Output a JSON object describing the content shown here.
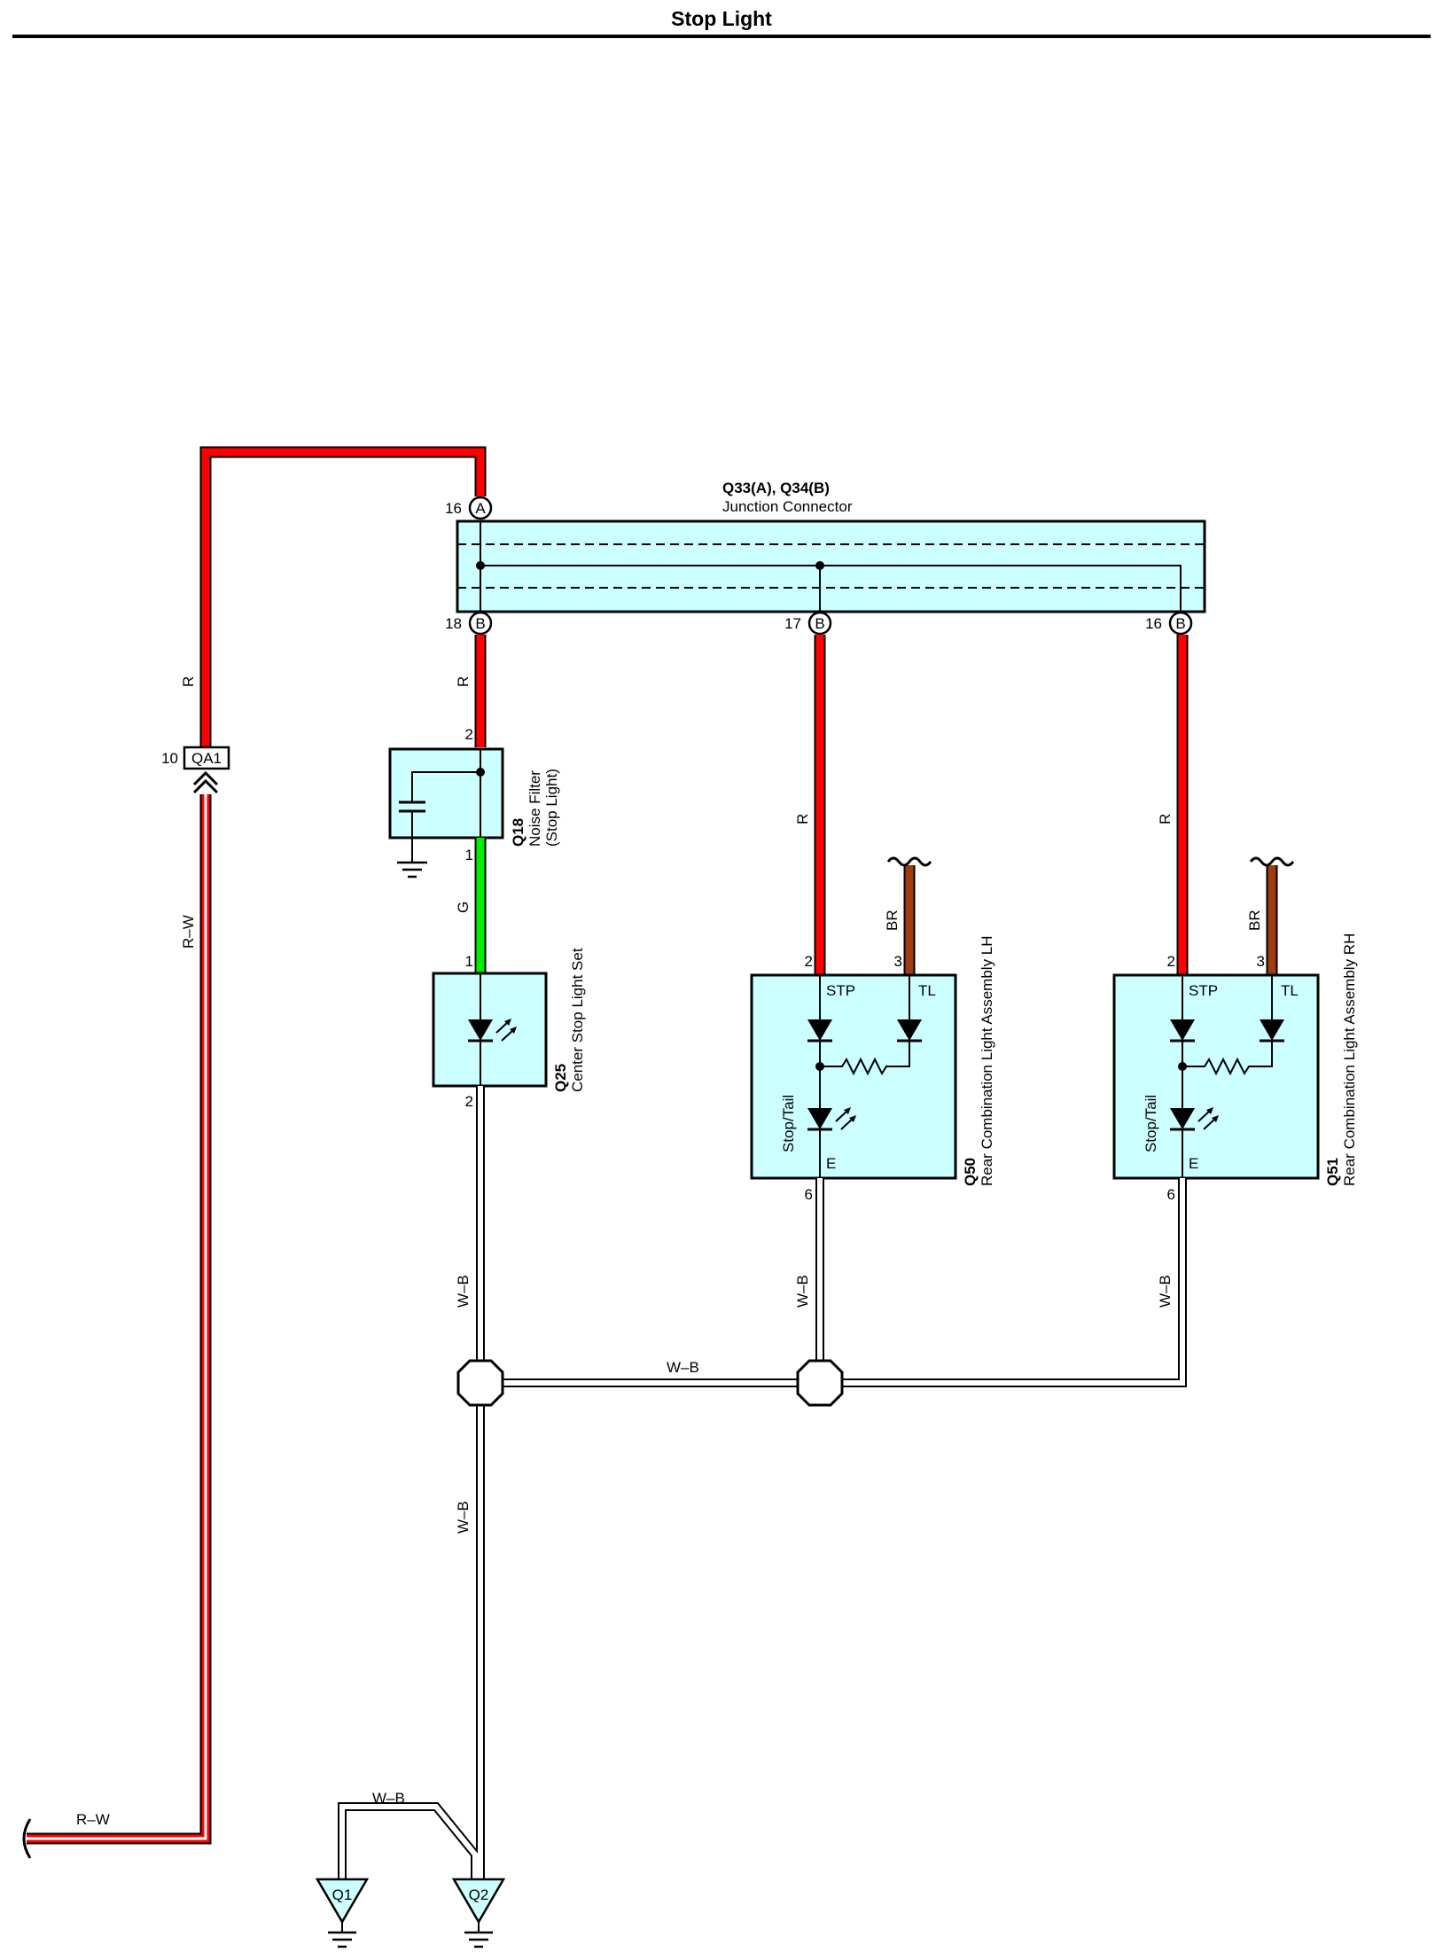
{
  "title": "Stop Light",
  "colors": {
    "background": "#ffffff",
    "component_fill": "#ccffff",
    "wire_red": "#ff0000",
    "wire_green": "#00ee00",
    "wire_brown": "#a03c10",
    "wire_white_black": "#ffffff",
    "stroke": "#000000"
  },
  "junction_connector": {
    "code": "Q33(A), Q34(B)",
    "name": "Junction Connector",
    "pins": [
      {
        "pin": "16",
        "letter": "A"
      },
      {
        "pin": "18",
        "letter": "B"
      },
      {
        "pin": "17",
        "letter": "B"
      },
      {
        "pin": "16",
        "letter": "B"
      }
    ]
  },
  "inline_connector": {
    "code": "QA1",
    "pin": "10"
  },
  "noise_filter": {
    "code": "Q18",
    "name": "Noise Filter",
    "sub": "(Stop Light)",
    "pin_in": "2",
    "pin_out": "1"
  },
  "center_stop_light": {
    "code": "Q25",
    "name": "Center Stop Light Set",
    "pin_in": "1",
    "pin_out": "2"
  },
  "rear_lh": {
    "code": "Q50",
    "name": "Rear Combination Light Assembly LH",
    "pin_stp": "2",
    "pin_tl": "3",
    "pin_e": "6",
    "stp_label": "STP",
    "tl_label": "TL",
    "stoptail_label": "Stop/Tail",
    "e_label": "E"
  },
  "rear_rh": {
    "code": "Q51",
    "name": "Rear Combination Light Assembly RH",
    "pin_stp": "2",
    "pin_tl": "3",
    "pin_e": "6",
    "stp_label": "STP",
    "tl_label": "TL",
    "stoptail_label": "Stop/Tail",
    "e_label": "E"
  },
  "wires": {
    "r": "R",
    "rw": "R–W",
    "g": "G",
    "br": "BR",
    "wb": "W–B"
  },
  "grounds": {
    "q1": "Q1",
    "q2": "Q2"
  }
}
